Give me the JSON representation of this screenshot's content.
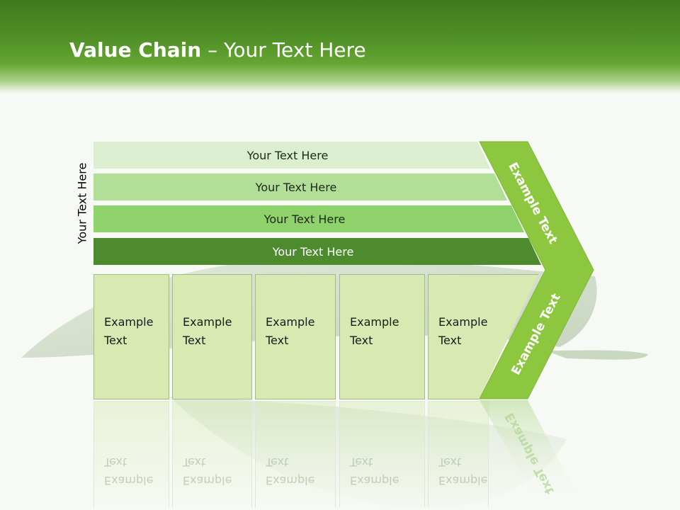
{
  "slide": {
    "title_bold": "Value Chain",
    "title_rest": "– Your Text Here",
    "side_label": "Your Text Here",
    "bars": [
      {
        "label": "Your Text Here"
      },
      {
        "label": "Your Text Here"
      },
      {
        "label": "Your Text Here"
      },
      {
        "label": "Your Text Here"
      }
    ],
    "cells": [
      {
        "line1": "Example",
        "line2": "Text"
      },
      {
        "line1": "Example",
        "line2": "Text"
      },
      {
        "line1": "Example",
        "line2": "Text"
      },
      {
        "line1": "Example",
        "line2": "Text"
      },
      {
        "line1": "Example",
        "line2": "Text"
      }
    ],
    "chevron_upper": "Example Text",
    "chevron_lower": "Example Text"
  },
  "colors": {
    "header_green": "#4f8f26",
    "chevron_green": "#8dc63f",
    "bar_1": "#dbefd0",
    "bar_2": "#b1df98",
    "bar_3": "#8fd16b",
    "bar_4": "#4e8b2f",
    "cell_fill": "#d8eab2"
  }
}
